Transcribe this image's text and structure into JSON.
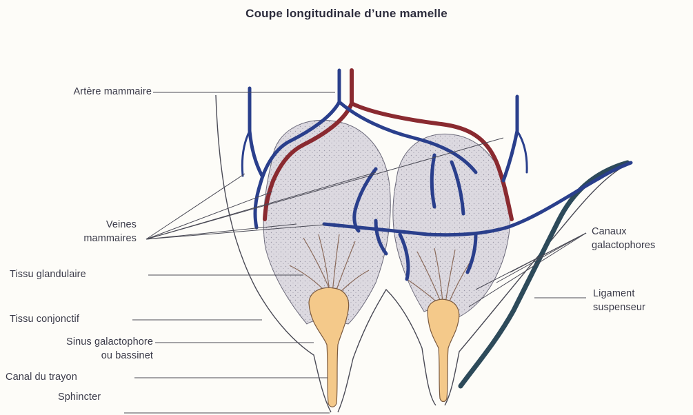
{
  "title": "Coupe longitudinale d’une mamelle",
  "labels": {
    "artere": "Artère mammaire",
    "veines_1": "Veines",
    "veines_2": "mammaires",
    "tissu_glandulaire": "Tissu glandulaire",
    "tissu_conjonctif": "Tissu conjonctif",
    "sinus_1": "Sinus galactophore",
    "sinus_2": "ou bassinet",
    "canal": "Canal du trayon",
    "sphincter": "Sphincter",
    "canaux_1": "Canaux",
    "canaux_2": "galactophores",
    "ligament_1": "Ligament",
    "ligament_2": "suspenseur"
  },
  "colors": {
    "artery": "#8a2a30",
    "vein": "#2a3f8c",
    "ligament": "#2d4a5a",
    "gland": "#d9d6de",
    "sinus": "#f4c98a",
    "outline": "#3a3a48"
  }
}
